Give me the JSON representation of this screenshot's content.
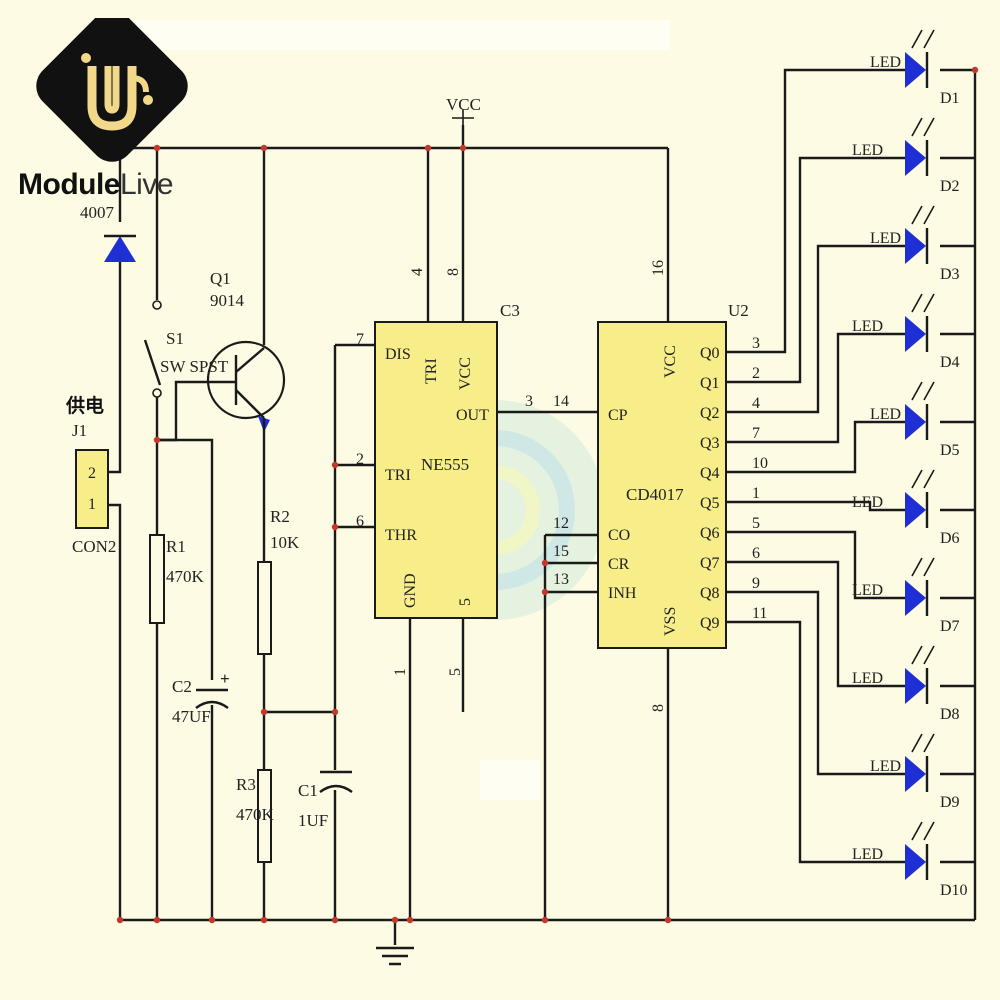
{
  "brand": {
    "bold": "Module",
    "light": "Live"
  },
  "supply_label": "供电",
  "labels": {
    "vcc_top": "VCC",
    "diode": "4007",
    "q1": "Q1",
    "q1_part": "9014",
    "s1": "S1",
    "s1_part": "SW SPST",
    "j1": "J1",
    "j1_part": "CON2",
    "j1_pin2": "2",
    "j1_pin1": "1",
    "r1": "R1",
    "r1_val": "470K",
    "r2": "R2",
    "r2_val": "10K",
    "r3": "R3",
    "r3_val": "470K",
    "c1": "C1",
    "c1_val": "1UF",
    "c2": "C2",
    "c2_val": "47UF",
    "c2_plus": "+",
    "c3": "C3",
    "u2": "U2"
  },
  "ne555": {
    "name": "NE555",
    "pins_inside": [
      "DIS",
      "TRI",
      "THR",
      "GND",
      "TRI",
      "VCC",
      "OUT",
      "5"
    ],
    "pin_numbers": [
      "7",
      "2",
      "6",
      "4",
      "8",
      "3",
      "1",
      "5"
    ]
  },
  "cd4017": {
    "name": "CD4017",
    "left_pins": [
      "CP",
      "CO",
      "CR",
      "INH"
    ],
    "left_numbers": [
      "14",
      "12",
      "15",
      "13"
    ],
    "top": "VCC",
    "top_number": "16",
    "bottom": "VSS",
    "bottom_number": "8",
    "outputs": [
      "Q0",
      "Q1",
      "Q2",
      "Q3",
      "Q4",
      "Q5",
      "Q6",
      "Q7",
      "Q8",
      "Q9"
    ],
    "output_numbers": [
      "3",
      "2",
      "4",
      "7",
      "10",
      "1",
      "5",
      "6",
      "9",
      "11"
    ]
  },
  "leds": {
    "label": "LED",
    "names": [
      "D1",
      "D2",
      "D3",
      "D4",
      "D5",
      "D6",
      "D7",
      "D8",
      "D9",
      "D10"
    ]
  },
  "colors": {
    "chip_fill": "#f7ee8a",
    "led": "#1e2fd6",
    "junction": "#c0392b",
    "background": "#fdfbe3"
  }
}
